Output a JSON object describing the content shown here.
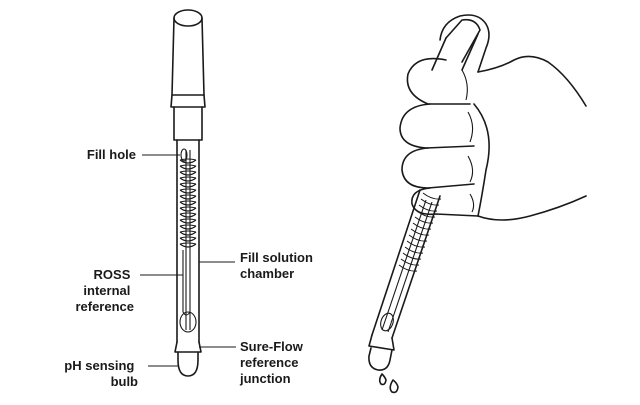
{
  "labels": {
    "fill_hole": "Fill hole",
    "fill_solution_chamber": [
      "Fill solution",
      "chamber"
    ],
    "ross_internal_reference": [
      "ROSS",
      "internal",
      "reference"
    ],
    "sure_flow_junction": [
      "Sure-Flow",
      "reference",
      "junction"
    ],
    "ph_sensing_bulb": [
      "pH sensing",
      "bulb"
    ]
  },
  "colors": {
    "ink": "#1a1a1a",
    "background": "#ffffff"
  }
}
